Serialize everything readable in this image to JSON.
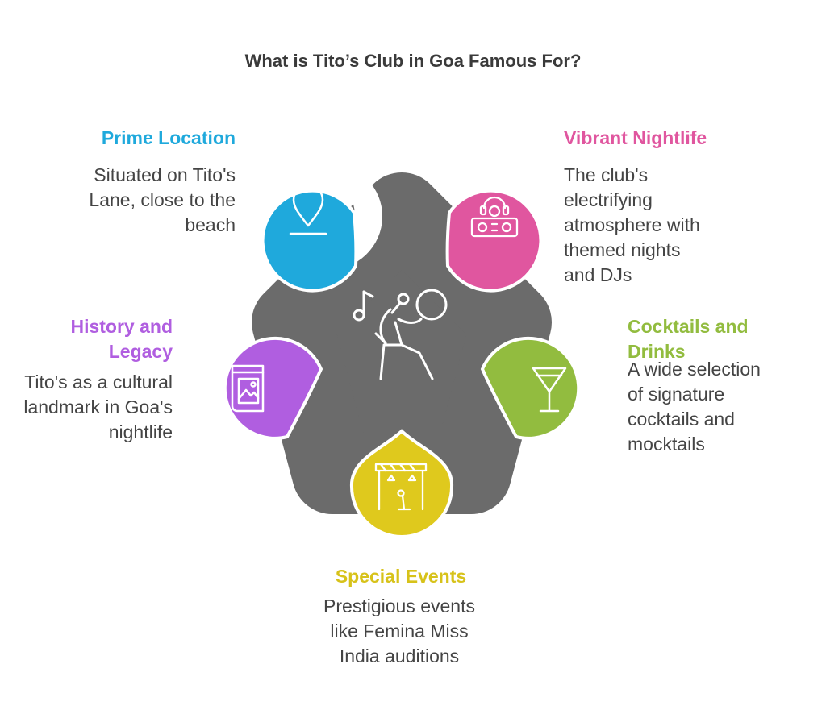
{
  "title": "What is Tito’s Club in Goa Famous For?",
  "colors": {
    "hub": "#6b6b6b",
    "location": "#1fa9dc",
    "nightlife": "#e0569f",
    "cocktails": "#92bc3f",
    "events": "#dfc91d",
    "history": "#b05ee0"
  },
  "items": {
    "location": {
      "heading": "Prime Location",
      "lines": [
        "Situated on Tito's",
        "Lane, close to the",
        "beach"
      ],
      "icon": "location-pin-icon"
    },
    "nightlife": {
      "heading": "Vibrant Nightlife",
      "lines": [
        "The club's",
        "electrifying",
        "atmosphere with",
        "themed nights",
        "and DJs"
      ],
      "icon": "dj-headphones-icon"
    },
    "cocktails": {
      "heading_lines": [
        "Cocktails and",
        "Drinks"
      ],
      "lines": [
        "A wide selection",
        "of signature",
        "cocktails and",
        "mocktails"
      ],
      "icon": "cocktail-glass-icon"
    },
    "events": {
      "heading": "Special Events",
      "lines": [
        "Prestigious events",
        "like Femina Miss",
        "India auditions"
      ],
      "icon": "stage-microphone-icon"
    },
    "history": {
      "heading_lines": [
        "History and",
        "Legacy"
      ],
      "lines": [
        "Tito's as a cultural",
        "landmark in Goa's",
        "nightlife"
      ],
      "icon": "picture-book-icon"
    }
  },
  "hub_icon": "dancer-music-icon"
}
